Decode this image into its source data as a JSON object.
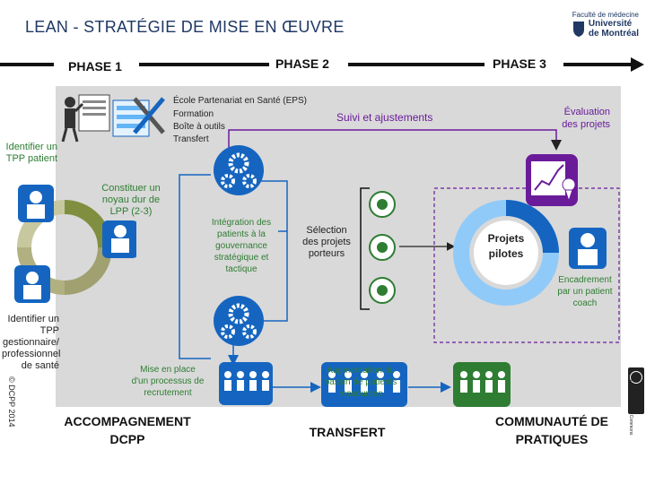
{
  "title": "LEAN - STRATÉGIE DE MISE EN ŒUVRE",
  "logo": {
    "line1": "Faculté de médecine",
    "line2": "Université",
    "line3": "de Montréal"
  },
  "phases": [
    "PHASE 1",
    "PHASE 2",
    "PHASE 3"
  ],
  "eps": {
    "title": "École Partenariat en Santé (EPS)",
    "lines": [
      "Formation",
      "Boîte à outils",
      "Transfert"
    ]
  },
  "suivi": "Suivi et ajustements",
  "evaluation": "Évaluation des projets",
  "identifier_patient": "Identifier un TPP patient",
  "identifier_gestionnaire": "Identifier un TPP gestionnaire/ professionnel de santé",
  "constituer": "Constituer un noyau dur de LPP (2-3)",
  "integration": "Intégration des patients à la gouvernance stratégique et tactique",
  "selection": "Sélection des projets porteurs",
  "projets_pilotes": "Projets pilotes",
  "encadrement": "Encadrement par un patient coach",
  "mise_en_place": "Mise en place d'un processus de recrutement",
  "augmentation": "Augmentation du bassin de patients ressources",
  "bottom": [
    "ACCOMPAGNEMENT DCPP",
    "TRANSFERT",
    "COMMUNAUTÉ DE PRATIQUES"
  ],
  "copyright": "© DCPP 2014",
  "license_text": "Licence Creative Commons",
  "colors": {
    "title": "#1f3864",
    "green": "#2e7d32",
    "purple": "#6a1b9a",
    "panel": "#d9d9d9",
    "blue": "#1565c0"
  },
  "icons": [
    "arrow-icon",
    "presentation-icon",
    "tools-icon",
    "gears-icon",
    "person-icon",
    "medal-icon",
    "chart-icon",
    "cycle-icon",
    "group-icon"
  ]
}
